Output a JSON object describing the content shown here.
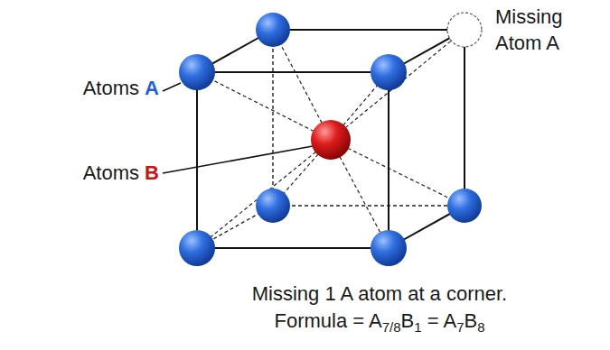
{
  "diagram": {
    "labels": [
      "Atoms A",
      "Atoms B",
      "Missing Atom A",
      "Missing 1 A atom at a corner.",
      "Formula = A7/8B1 = A7B8"
    ]
  }
}
